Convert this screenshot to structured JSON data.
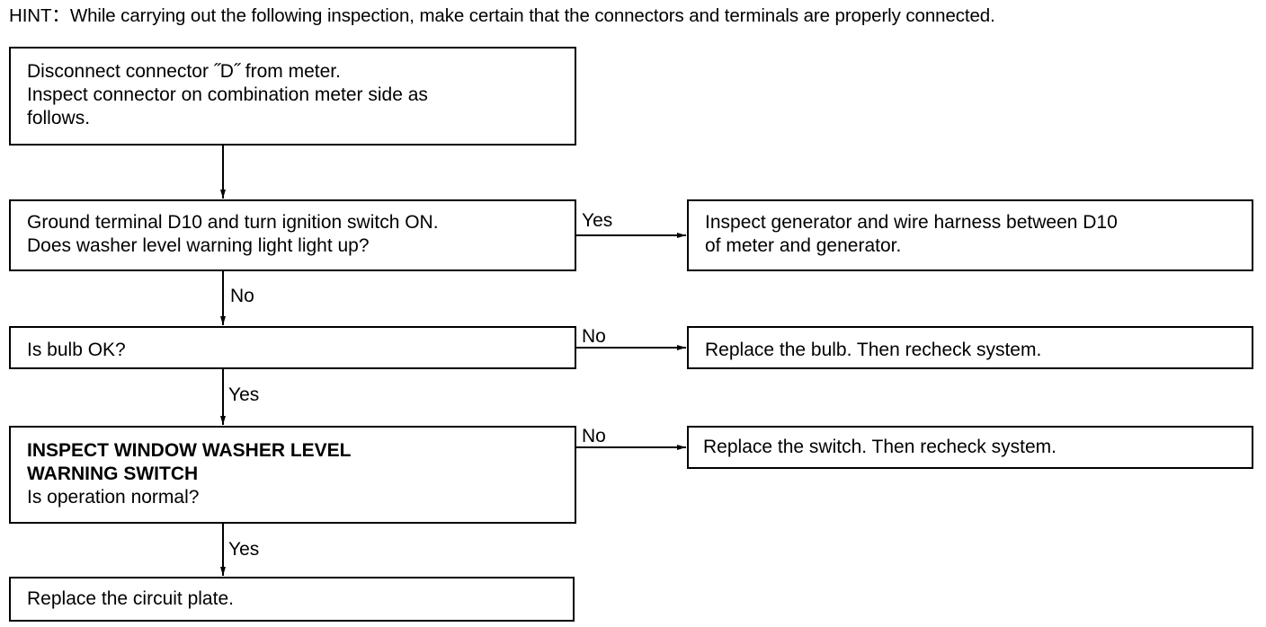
{
  "hint": "HINT：While carrying out the following inspection, make certain that the connectors and terminals are properly connected.",
  "steps": {
    "step1": {
      "lines": [
        "Disconnect connector ˝D˝  from meter.",
        "Inspect connector on combination meter side as",
        "follows."
      ]
    },
    "step2": {
      "lines": [
        "Ground terminal D10 and turn ignition switch ON.",
        "Does washer level warning light light up?"
      ]
    },
    "step3": {
      "lines": [
        "Is bulb OK?"
      ]
    },
    "step4": {
      "title_lines": [
        "INSPECT WINDOW WASHER LEVEL",
        "WARNING SWITCH"
      ],
      "question": "Is operation normal?"
    },
    "step5": {
      "lines": [
        "Replace the circuit plate."
      ]
    }
  },
  "results": {
    "result1": {
      "lines": [
        "Inspect generator and wire harness between D10",
        "of meter and generator."
      ]
    },
    "result2": {
      "lines": [
        "Replace the bulb. Then recheck system."
      ]
    },
    "result3": {
      "lines": [
        "Replace the switch. Then recheck system."
      ]
    }
  },
  "branch_labels": {
    "step2_to_result1": "Yes",
    "step2_to_step3": "No",
    "step3_to_result2": "No",
    "step3_to_step4": "Yes",
    "step4_to_result3": "No",
    "step4_to_step5": "Yes"
  }
}
